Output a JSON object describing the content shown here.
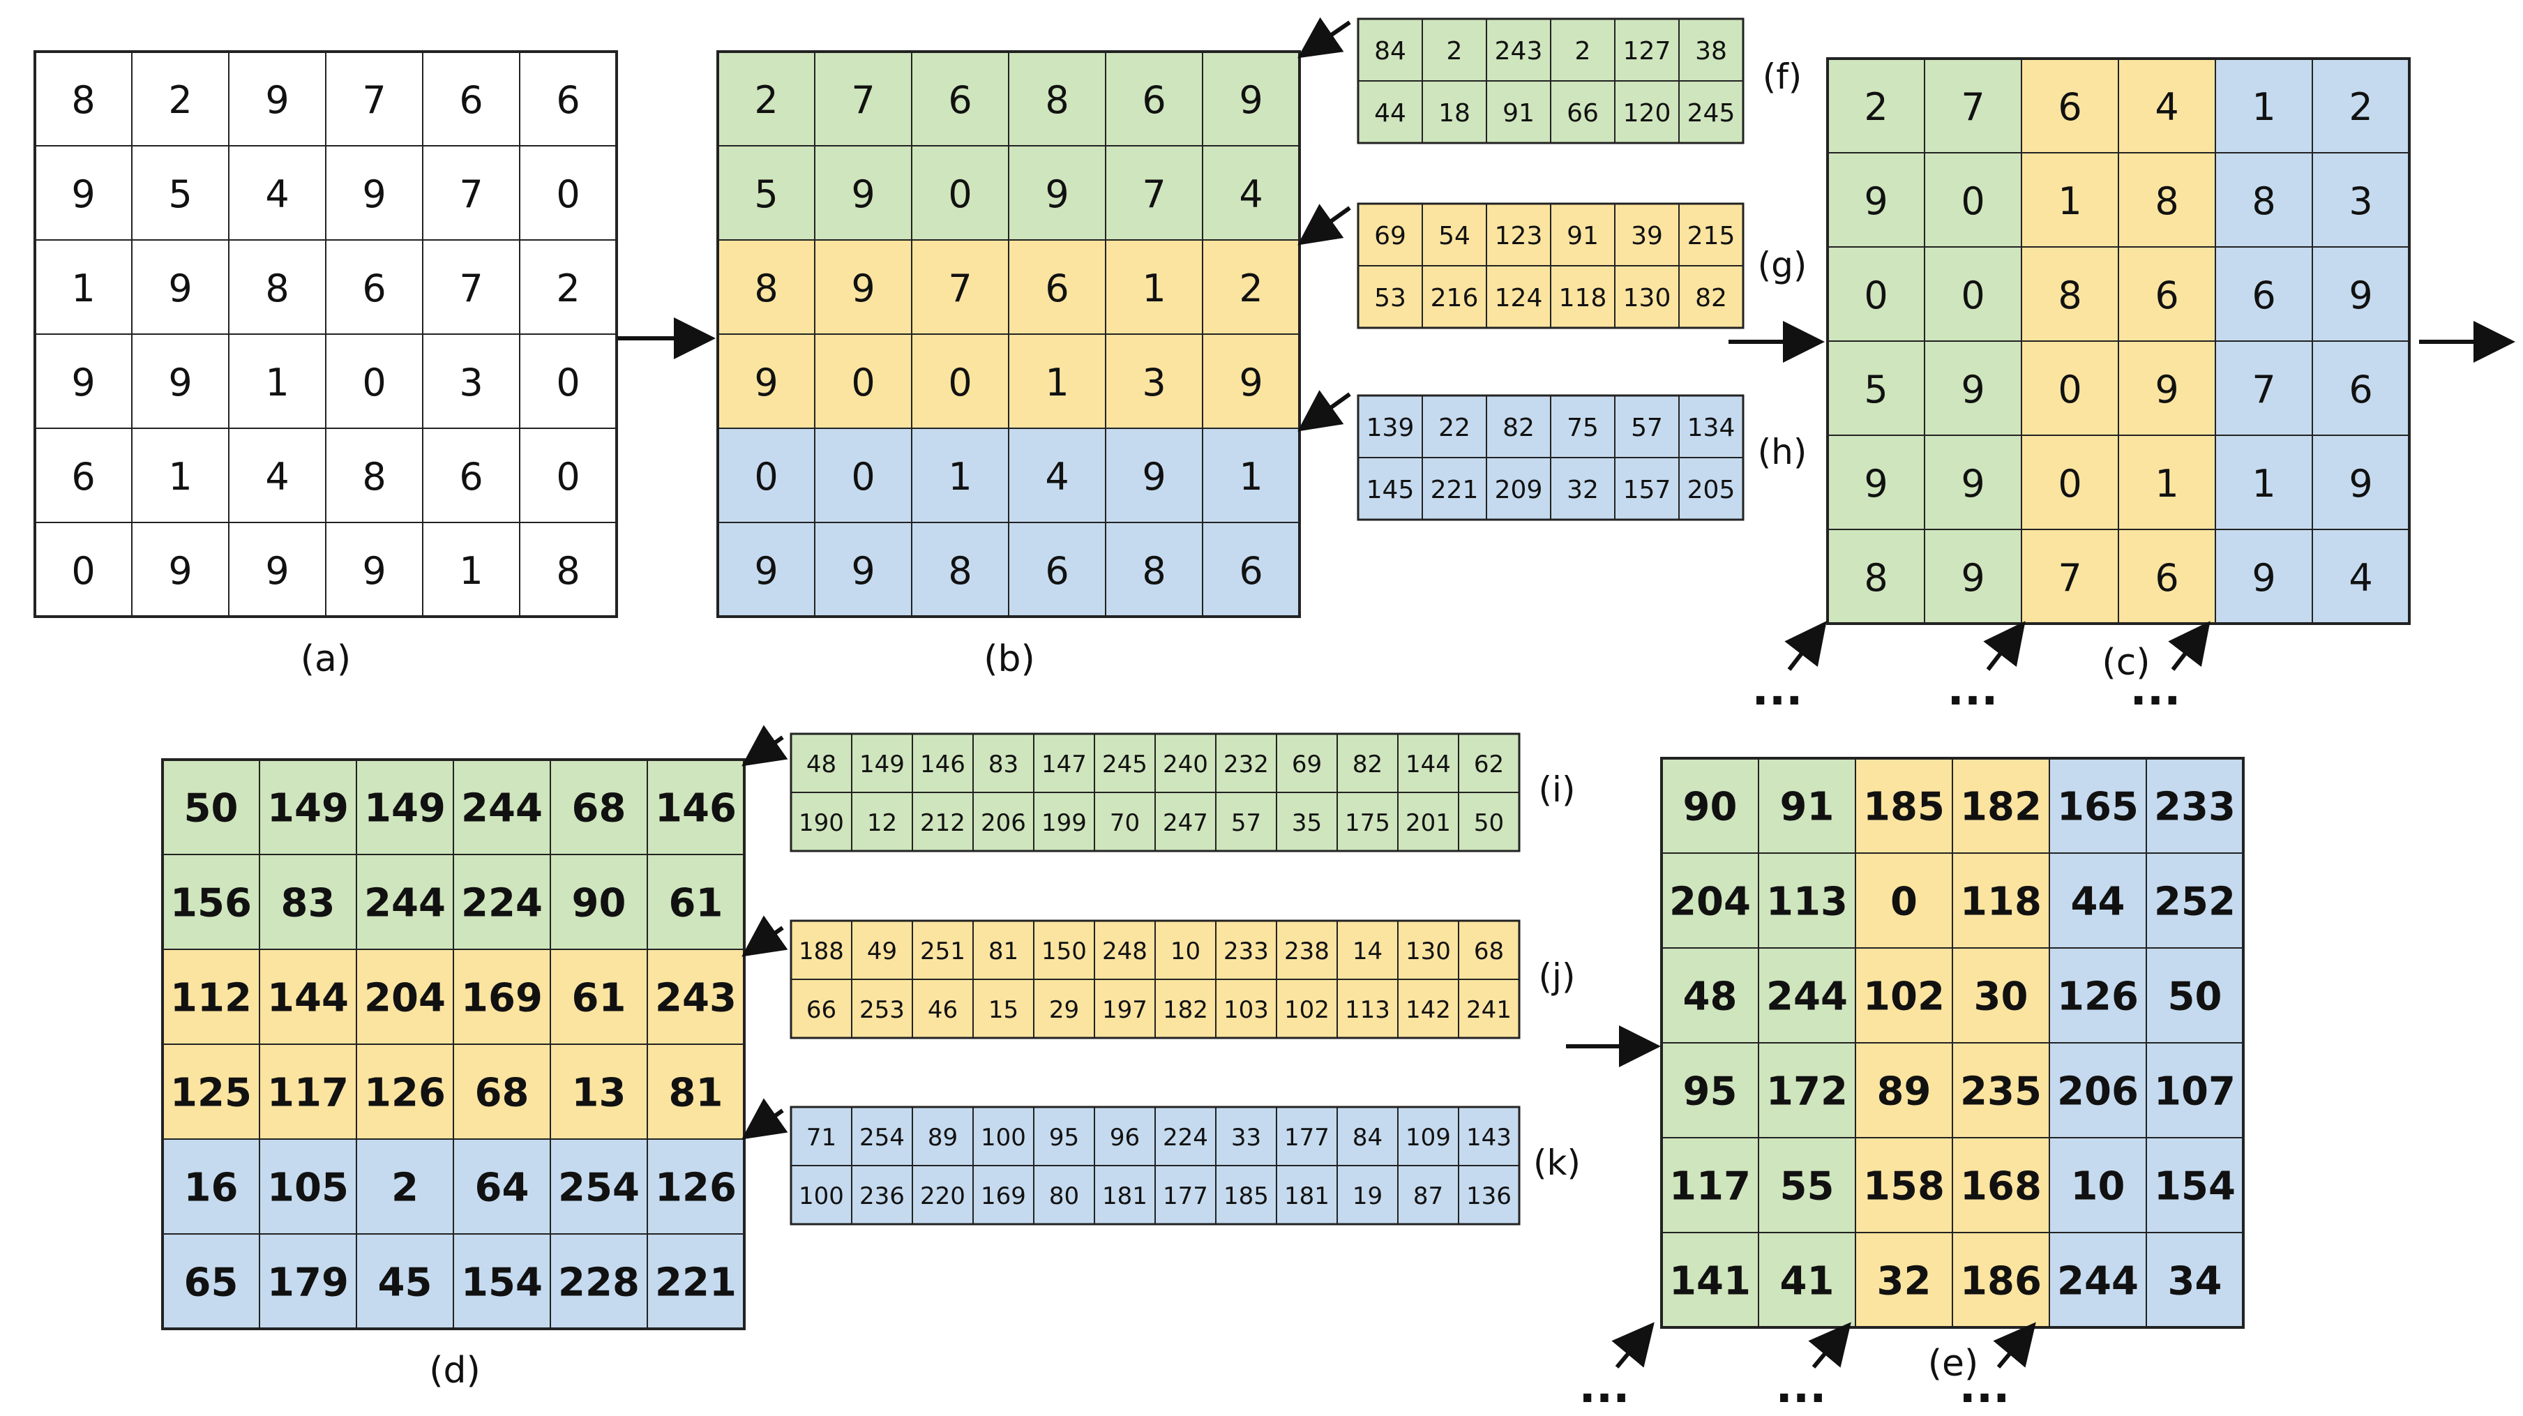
{
  "colors": {
    "green": "#cfe5bd",
    "yellow": "#fbe4a0",
    "blue": "#c5daee",
    "white": "#ffffff",
    "border": "#222222",
    "arrow": "#111111"
  },
  "captions": {
    "a": "(a)",
    "b": "(b)",
    "c": "(c)",
    "d": "(d)",
    "e": "(e)",
    "f": "(f)",
    "g": "(g)",
    "h": "(h)",
    "i": "(i)",
    "j": "(j)",
    "k": "(k)"
  },
  "ellipsis": "...",
  "matrices": {
    "a": [
      [
        "8",
        "2",
        "9",
        "7",
        "6",
        "6"
      ],
      [
        "9",
        "5",
        "4",
        "9",
        "7",
        "0"
      ],
      [
        "1",
        "9",
        "8",
        "6",
        "7",
        "2"
      ],
      [
        "9",
        "9",
        "1",
        "0",
        "3",
        "0"
      ],
      [
        "6",
        "1",
        "4",
        "8",
        "6",
        "0"
      ],
      [
        "0",
        "9",
        "9",
        "9",
        "1",
        "8"
      ]
    ],
    "b": [
      [
        "2",
        "7",
        "6",
        "8",
        "6",
        "9"
      ],
      [
        "5",
        "9",
        "0",
        "9",
        "7",
        "4"
      ],
      [
        "8",
        "9",
        "7",
        "6",
        "1",
        "2"
      ],
      [
        "9",
        "0",
        "0",
        "1",
        "3",
        "9"
      ],
      [
        "0",
        "0",
        "1",
        "4",
        "9",
        "1"
      ],
      [
        "9",
        "9",
        "8",
        "6",
        "8",
        "6"
      ]
    ],
    "c": [
      [
        "2",
        "7",
        "6",
        "4",
        "1",
        "2"
      ],
      [
        "9",
        "0",
        "1",
        "8",
        "8",
        "3"
      ],
      [
        "0",
        "0",
        "8",
        "6",
        "6",
        "9"
      ],
      [
        "5",
        "9",
        "0",
        "9",
        "7",
        "6"
      ],
      [
        "9",
        "9",
        "0",
        "1",
        "1",
        "9"
      ],
      [
        "8",
        "9",
        "7",
        "6",
        "9",
        "4"
      ]
    ],
    "d": [
      [
        "50",
        "149",
        "149",
        "244",
        "68",
        "146"
      ],
      [
        "156",
        "83",
        "244",
        "224",
        "90",
        "61"
      ],
      [
        "112",
        "144",
        "204",
        "169",
        "61",
        "243"
      ],
      [
        "125",
        "117",
        "126",
        "68",
        "13",
        "81"
      ],
      [
        "16",
        "105",
        "2",
        "64",
        "254",
        "126"
      ],
      [
        "65",
        "179",
        "45",
        "154",
        "228",
        "221"
      ]
    ],
    "e": [
      [
        "90",
        "91",
        "185",
        "182",
        "165",
        "233"
      ],
      [
        "204",
        "113",
        "0",
        "118",
        "44",
        "252"
      ],
      [
        "48",
        "244",
        "102",
        "30",
        "126",
        "50"
      ],
      [
        "95",
        "172",
        "89",
        "235",
        "206",
        "107"
      ],
      [
        "117",
        "55",
        "158",
        "168",
        "10",
        "154"
      ],
      [
        "141",
        "41",
        "32",
        "186",
        "244",
        "34"
      ]
    ],
    "f": [
      [
        "84",
        "2",
        "243",
        "2",
        "127",
        "38"
      ],
      [
        "44",
        "18",
        "91",
        "66",
        "120",
        "245"
      ]
    ],
    "g": [
      [
        "69",
        "54",
        "123",
        "91",
        "39",
        "215"
      ],
      [
        "53",
        "216",
        "124",
        "118",
        "130",
        "82"
      ]
    ],
    "h": [
      [
        "139",
        "22",
        "82",
        "75",
        "57",
        "134"
      ],
      [
        "145",
        "221",
        "209",
        "32",
        "157",
        "205"
      ]
    ],
    "i": [
      [
        "48",
        "149",
        "146",
        "83",
        "147",
        "245",
        "240",
        "232",
        "69",
        "82",
        "144",
        "62"
      ],
      [
        "190",
        "12",
        "212",
        "206",
        "199",
        "70",
        "247",
        "57",
        "35",
        "175",
        "201",
        "50"
      ]
    ],
    "j": [
      [
        "188",
        "49",
        "251",
        "81",
        "150",
        "248",
        "10",
        "233",
        "238",
        "14",
        "130",
        "68"
      ],
      [
        "66",
        "253",
        "46",
        "15",
        "29",
        "197",
        "182",
        "103",
        "102",
        "113",
        "142",
        "241"
      ]
    ],
    "k": [
      [
        "71",
        "254",
        "89",
        "100",
        "95",
        "96",
        "224",
        "33",
        "177",
        "84",
        "109",
        "143"
      ],
      [
        "100",
        "236",
        "220",
        "169",
        "80",
        "181",
        "177",
        "185",
        "181",
        "19",
        "87",
        "136"
      ]
    ]
  }
}
